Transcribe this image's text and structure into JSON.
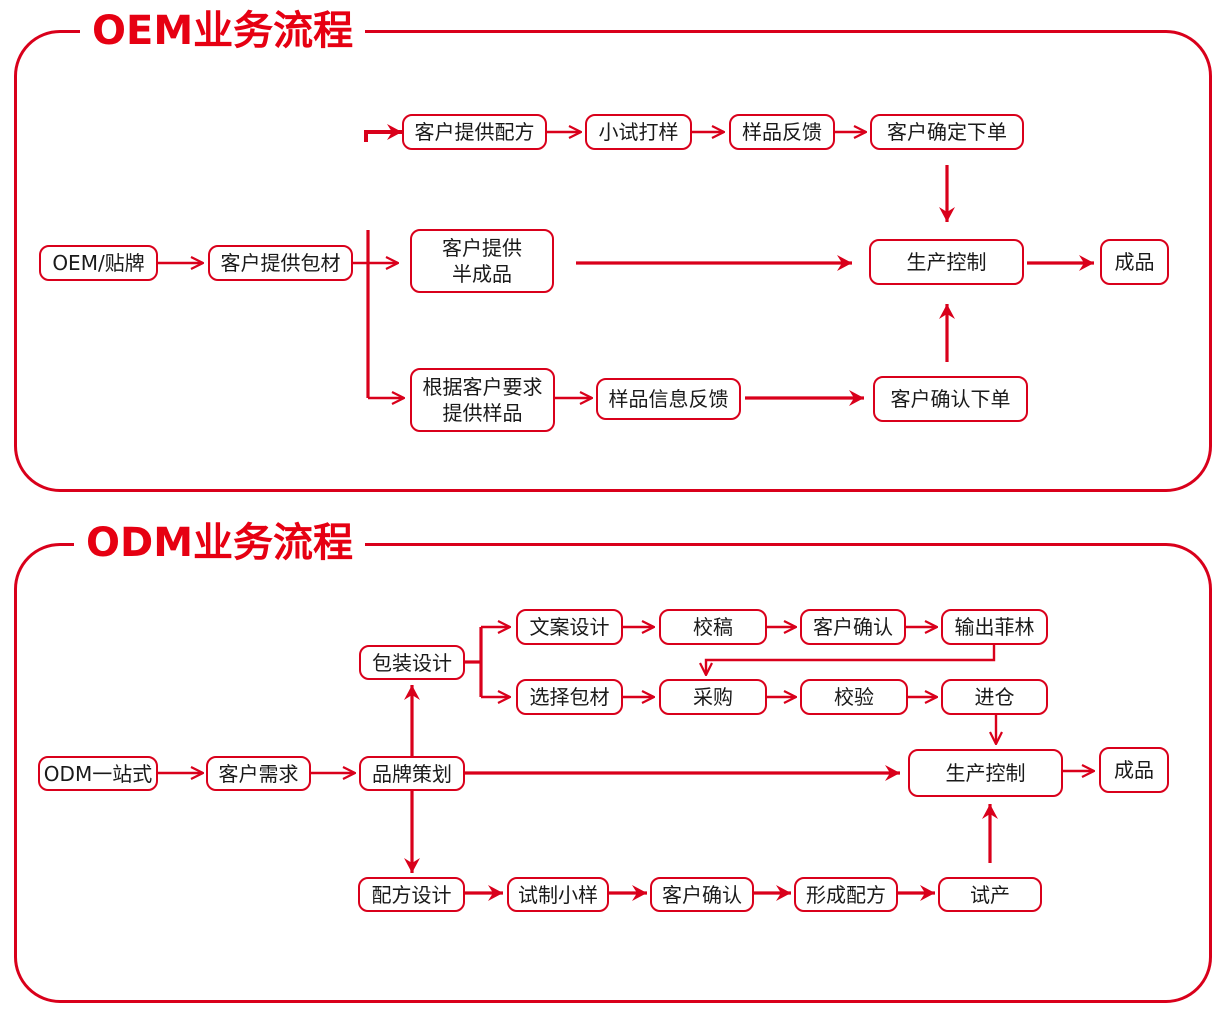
{
  "colors": {
    "accent": "#e60012",
    "line": "#d9001b",
    "text": "#1a1a1a"
  },
  "oem": {
    "title": "OEM业务流程",
    "nodes": {
      "start": "OEM/贴牌",
      "packaging": "客户提供包材",
      "formula": "客户提供配方",
      "trial": "小试打样",
      "sample_feedback": "样品反馈",
      "confirm_order": "客户确定下单",
      "semi_finished": "客户提供\n半成品",
      "production": "生产控制",
      "finished": "成品",
      "provide_samples": "根据客户要求\n提供样品",
      "sample_info_feedback": "样品信息反馈",
      "confirm_order2": "客户确认下单"
    }
  },
  "odm": {
    "title": "ODM业务流程",
    "nodes": {
      "start": "ODM一站式",
      "needs": "客户需求",
      "brand": "品牌策划",
      "pack_design": "包装设计",
      "copy_design": "文案设计",
      "proof": "校稿",
      "customer_confirm1": "客户确认",
      "film": "输出菲林",
      "select_pack": "选择包材",
      "purchase": "采购",
      "inspect": "校验",
      "warehouse": "进仓",
      "production": "生产控制",
      "finished": "成品",
      "formula_design": "配方设计",
      "trial_sample": "试制小样",
      "customer_confirm2": "客户确认",
      "form_formula": "形成配方",
      "trial_production": "试产"
    }
  }
}
